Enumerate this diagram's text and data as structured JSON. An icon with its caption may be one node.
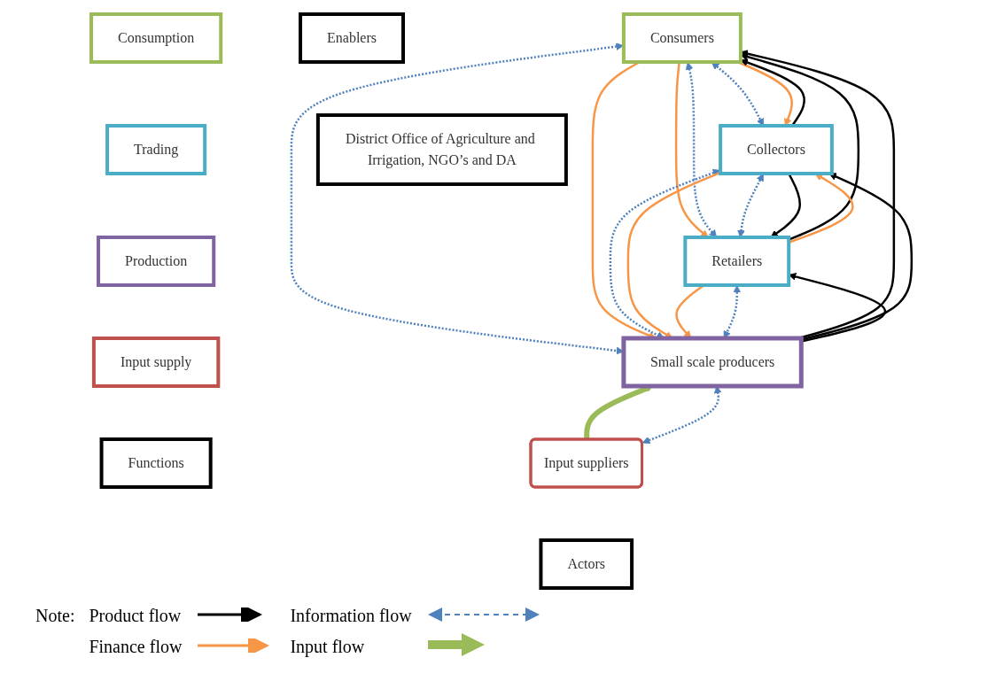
{
  "diagram": {
    "nodes": [
      {
        "text": [
          "Consumption"
        ]
      },
      {
        "text": [
          "Trading"
        ]
      },
      {
        "text": [
          "Production"
        ]
      },
      {
        "text": [
          "Input supply"
        ]
      },
      {
        "text": [
          "Functions"
        ]
      },
      {
        "text": [
          "Consumers"
        ]
      },
      {
        "text": [
          "Retailers"
        ]
      },
      {
        "text": [
          "Collectors"
        ]
      },
      {
        "text": [
          "Small scale producers"
        ]
      },
      {
        "text": [
          "Input suppliers"
        ]
      },
      {
        "text": [
          "Actors"
        ]
      },
      {
        "text": [
          "District Office of Agriculture and Irrigation, NGO’s and DA"
        ]
      },
      {
        "text": [
          "Enablers"
        ]
      }
    ],
    "edges": [
      {
        "from": 5,
        "to": 7,
        "arrow": "both",
        "style": "dashed",
        "color": "#4f81bd"
      },
      {
        "from": 5,
        "to": 7,
        "arrow": "to",
        "color": "#f79646"
      },
      {
        "from": 7,
        "to": 5,
        "arrow": "to",
        "color": "#000000"
      },
      {
        "from": 5,
        "to": 6,
        "arrow": "to",
        "color": "#f79646"
      },
      {
        "from": 6,
        "to": 5,
        "arrow": "to",
        "color": "#000000"
      },
      {
        "from": 5,
        "to": 6,
        "arrow": "both",
        "style": "dashed",
        "color": "#4f81bd"
      },
      {
        "from": 5,
        "to": 8,
        "arrow": "both",
        "style": "dashed",
        "color": "#4f81bd"
      },
      {
        "from": 5,
        "to": 8,
        "arrow": "to",
        "color": "#f79646"
      },
      {
        "from": 8,
        "to": 5,
        "arrow": "to",
        "color": "#000000"
      },
      {
        "from": 7,
        "to": 6,
        "arrow": "both",
        "style": "dashed",
        "color": "#4f81bd"
      },
      {
        "from": 6,
        "to": 7,
        "arrow": "to",
        "color": "#f79646"
      },
      {
        "from": 7,
        "to": 6,
        "arrow": "to",
        "color": "#000000"
      },
      {
        "from": 7,
        "to": 8,
        "arrow": "both",
        "style": "dashed",
        "color": "#4f81bd"
      },
      {
        "from": 7,
        "to": 8,
        "arrow": "to",
        "color": "#f79646"
      },
      {
        "from": 8,
        "to": 7,
        "arrow": "to",
        "color": "#000000"
      },
      {
        "from": 6,
        "to": 8,
        "arrow": "to",
        "color": "#f79646"
      },
      {
        "from": 8,
        "to": 6,
        "arrow": "to",
        "color": "#000000"
      },
      {
        "from": 6,
        "to": 8,
        "arrow": "both",
        "style": "dashed",
        "color": "#4f81bd"
      },
      {
        "from": 9,
        "to": 8,
        "arrow": "to",
        "style": "thick",
        "color": "#9bbb59"
      },
      {
        "from": 9,
        "to": 8,
        "arrow": "both",
        "style": "dashed",
        "color": "#4f81bd"
      }
    ],
    "labels": [
      "Note:"
    ],
    "legend": [
      {
        "text": "Product flow"
      },
      {
        "text": "Information flow"
      },
      {
        "text": "Finance flow"
      },
      {
        "text": "Input flow"
      }
    ]
  }
}
